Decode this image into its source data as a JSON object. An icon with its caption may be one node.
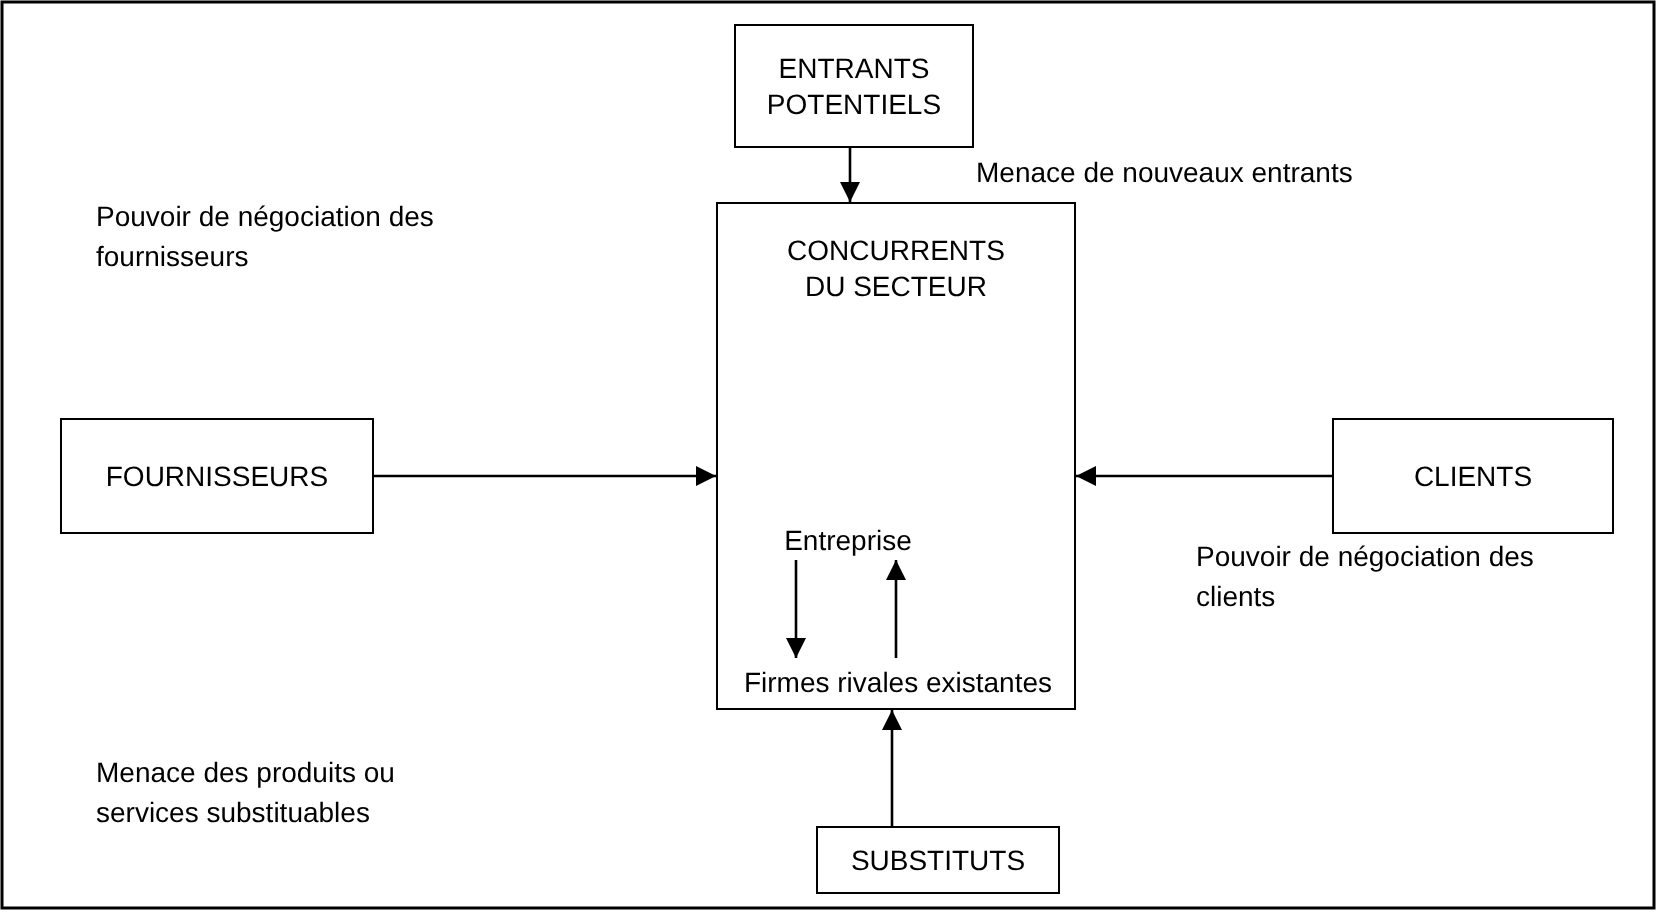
{
  "diagram": {
    "nodes": [
      {
        "text": [
          "ENTRANTS POTENTIELS"
        ]
      },
      {
        "text": [
          "CONCURRENTS DU SECTEUR"
        ]
      },
      {
        "text": [
          "Entreprise"
        ],
        "in": 1
      },
      {
        "text": [
          "Firmes rivales existantes"
        ],
        "in": 1
      },
      {
        "text": [
          "FOURNISSEURS"
        ]
      },
      {
        "text": [
          "CLIENTS"
        ]
      },
      {
        "text": [
          "SUBSTITUTS"
        ]
      }
    ],
    "edges": [
      {
        "from": 0,
        "to": 1,
        "arrow": "to",
        "label": "Menace de nouveaux entrants"
      },
      {
        "from": 4,
        "to": 1,
        "arrow": "to"
      },
      {
        "from": 5,
        "to": 1,
        "arrow": "to",
        "label": "Pouvoir de négociation des clients"
      },
      {
        "from": 6,
        "to": 1,
        "arrow": "to"
      },
      {
        "from": 2,
        "to": 3,
        "arrow": "to"
      },
      {
        "from": 3,
        "to": 2,
        "arrow": "to"
      }
    ],
    "labels": [
      "Pouvoir de négociation des fournisseurs",
      "Menace des produits ou services substituables"
    ]
  }
}
